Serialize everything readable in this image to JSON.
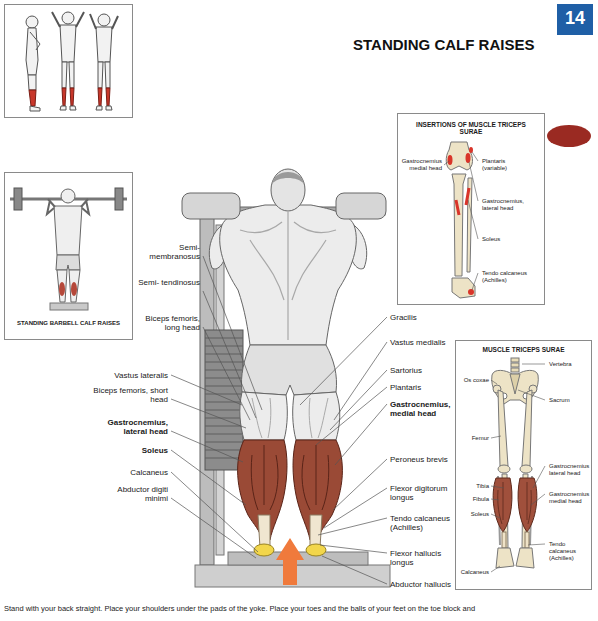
{
  "diagram": {
    "title": "STANDING CALF RAISES",
    "caption": "Stand with your back straight. Place your shoulders under the pads of the yoke. Place your toes and the balls of your feet on the toe block and",
    "nodes": [
      {
        "text": [
          "14"
        ]
      },
      {
        "text": [
          "STANDING BARBELL CALF RAISES"
        ]
      },
      {
        "text": [
          "INSERTIONS OF MUSCLE TRICEPS SURAE",
          "Gastrocnemius medial head",
          "Plantaris (variable)",
          "Gastrocnemius, lateral head",
          "Soleus",
          "Tendo calcaneus (Achilles)"
        ]
      },
      {
        "text": [
          "MUSCLE TRICEPS SURAE",
          "Vertebra",
          "Os coxae",
          "Sacrum",
          "Femur",
          "Gastrocnemius lateral head",
          "Tibia",
          "Fibula",
          "Gastrocnemius medial head",
          "Soleus",
          "Tendo calcaneus (Achilles)",
          "Calcaneus"
        ]
      }
    ],
    "labels": [
      "Semi- membranosus",
      "Semi- tendinosus",
      "Biceps femoris, long head",
      "Vastus lateralis",
      "Biceps femoris, short head",
      "Gastrocnemius, lateral head",
      "Soleus",
      "Calcaneus",
      "Abductor digiti minimi",
      "Gracilis",
      "Vastus medialis",
      "Sartorius",
      "Plantaris",
      "Gastrocnemius, medial head",
      "Peroneus brevis",
      "Flexor digitorum longus",
      "Tendo calcaneus (Achilles)",
      "Flexor hallucis longus",
      "Abductor hallucis"
    ]
  }
}
